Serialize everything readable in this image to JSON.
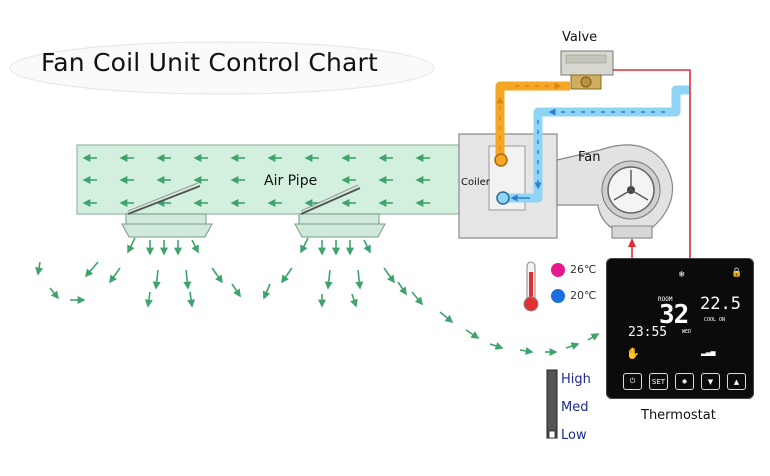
{
  "title": "Fan Coil Unit Control Chart",
  "labels": {
    "valve": "Valve",
    "fan": "Fan",
    "coiler": "Coiler",
    "air_pipe": "Air Pipe",
    "thermostat": "Thermostat"
  },
  "temperatures": {
    "hot": "26℃",
    "cold": "20℃"
  },
  "fan_speeds": [
    "High",
    "Med",
    "Low"
  ],
  "thermostat_display": {
    "room_label": "ROOM",
    "room_temp": "32",
    "set_temp": "22.5",
    "mode": "COOL ON",
    "clock": "23:55",
    "day": "WED",
    "set_button": "SET"
  },
  "colors": {
    "hot_pipe": "#f5a623",
    "cold_pipe": "#8fd3f5",
    "wire": "#e03030",
    "duct": "#d3f0df",
    "airflow": "#3fa36c",
    "hot_dot": "#e8188f",
    "cold_dot": "#1a6fe0"
  }
}
